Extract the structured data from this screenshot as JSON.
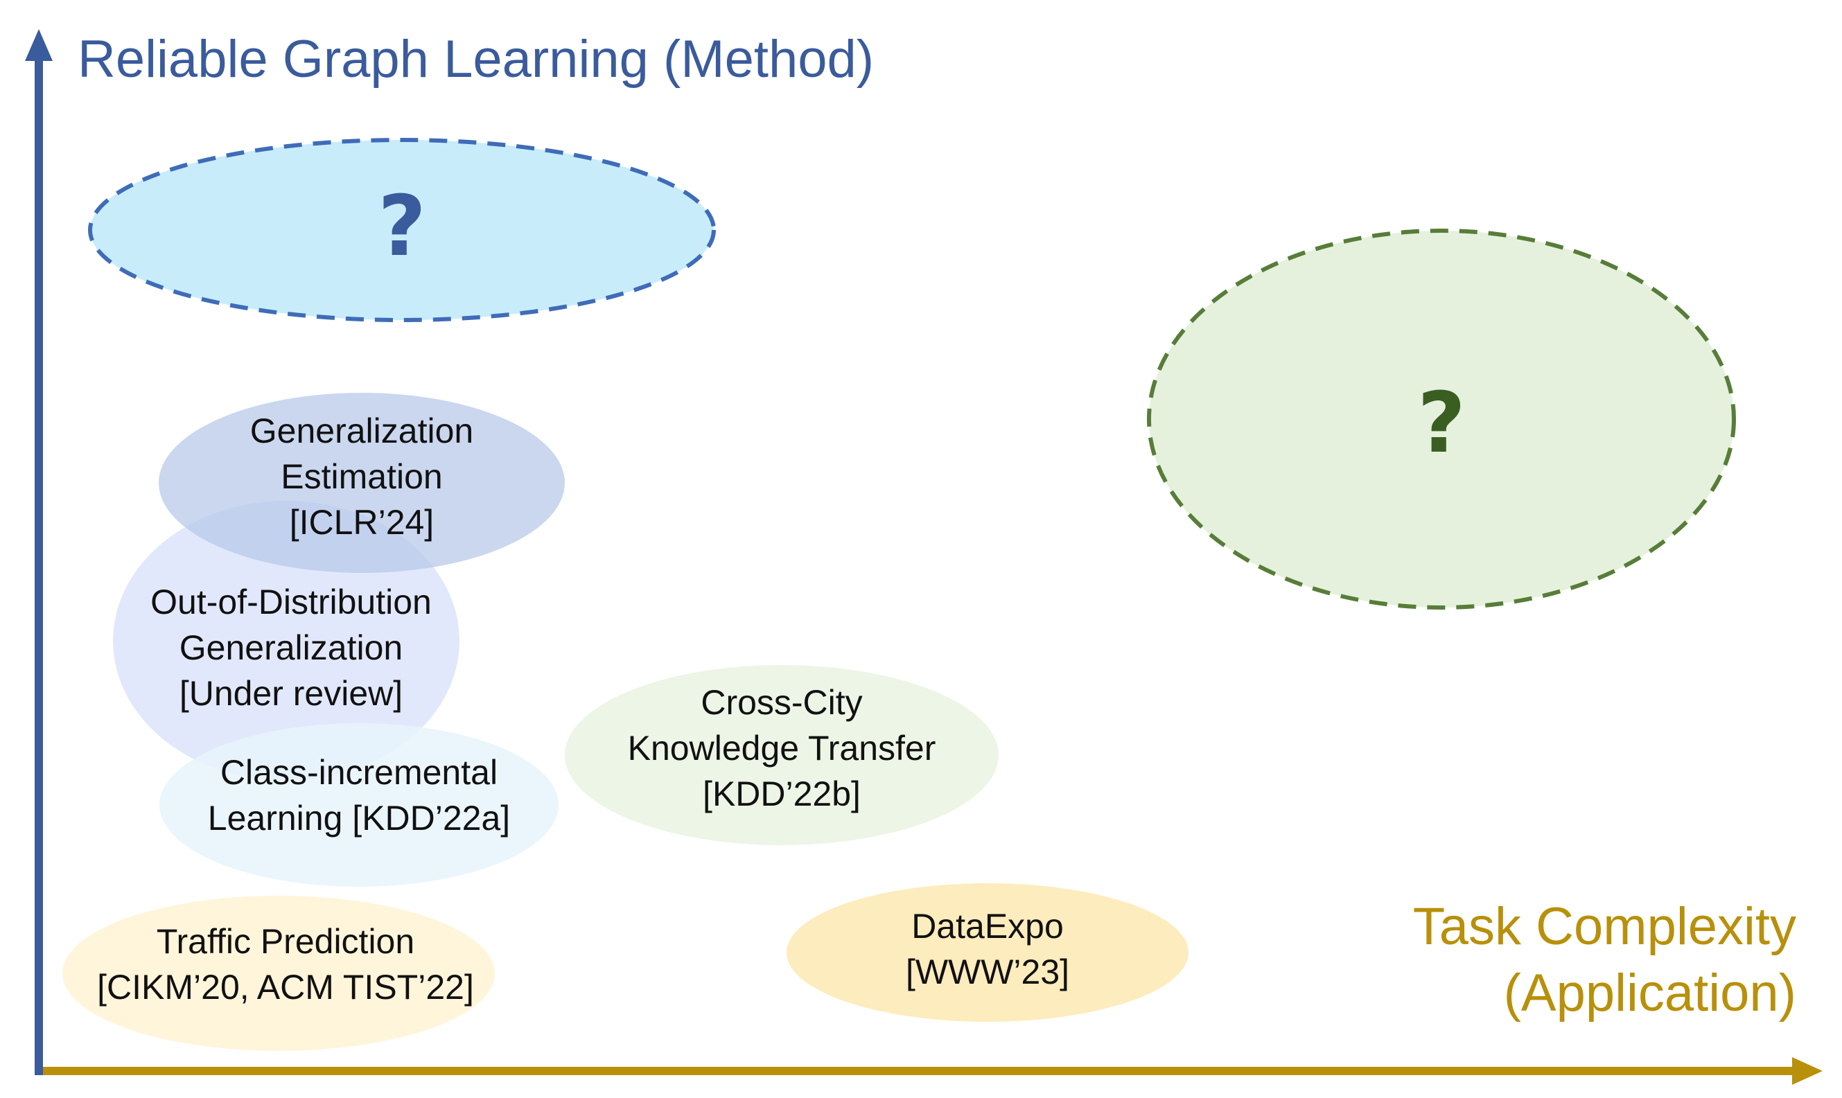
{
  "colors": {
    "method_axis": "#3a5b9c",
    "application_axis": "#b8900a",
    "method_question": "#3a5b9c",
    "application_question": "#3a5e22"
  },
  "axes": {
    "y_title": "Reliable Graph Learning (Method)",
    "x_title_lines": [
      "Task Complexity",
      "(Application)"
    ]
  },
  "question_marks": {
    "method": "?",
    "application": "?"
  },
  "items": [
    {
      "key": "generalization-estimation",
      "lines": [
        "Generalization",
        "Estimation",
        "[ICLR’24]"
      ]
    },
    {
      "key": "ood-generalization",
      "lines": [
        "Out-of-Distribution",
        "Generalization",
        "[Under review]"
      ]
    },
    {
      "key": "class-incremental",
      "lines": [
        "Class-incremental",
        "Learning [KDD’22a]"
      ]
    },
    {
      "key": "traffic-prediction",
      "lines": [
        "Traffic Prediction",
        "[CIKM’20, ACM TIST’22]"
      ]
    },
    {
      "key": "cross-city",
      "lines": [
        "Cross-City",
        "Knowledge Transfer",
        "[KDD’22b]"
      ]
    },
    {
      "key": "dataexpo",
      "lines": [
        "DataExpo",
        "[WWW’23]"
      ]
    }
  ]
}
